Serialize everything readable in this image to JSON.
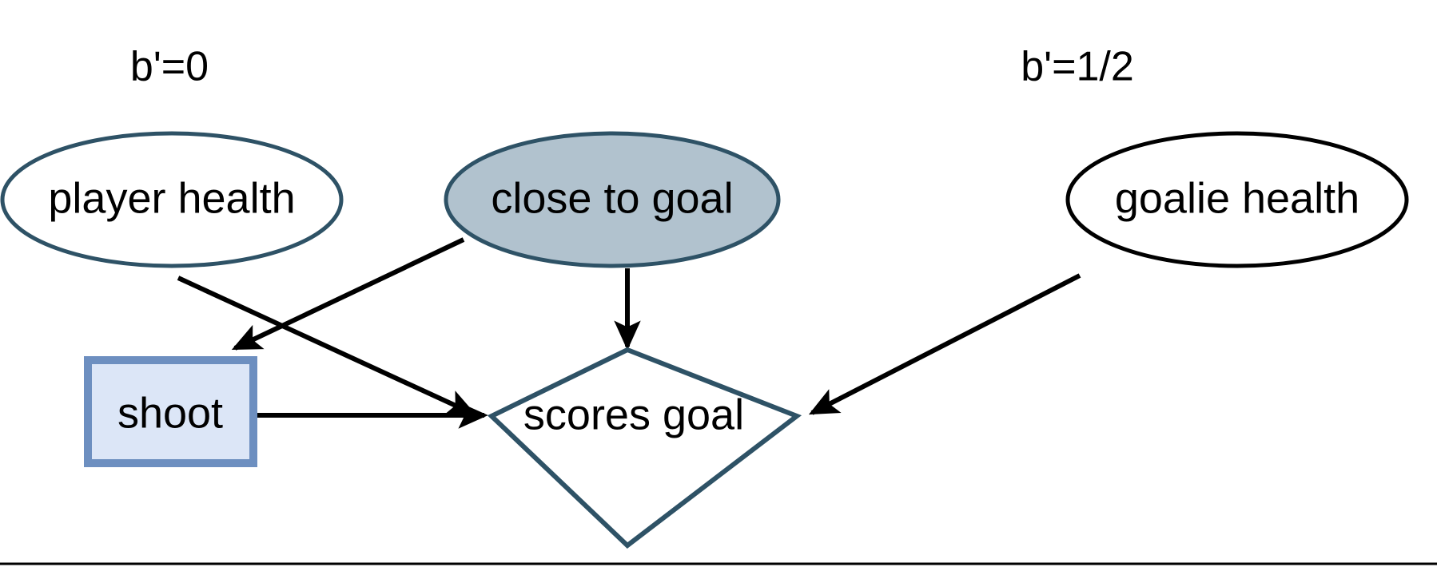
{
  "diagram": {
    "title": "influence-diagram",
    "background_color": "#ffffff",
    "colors": {
      "chance_accent_stroke": "#2E5266",
      "chance_shaded_fill": "#B1C2CE",
      "chance_plain_stroke": "#000000",
      "decision_fill": "#DCE6F7",
      "decision_stroke": "#6D8FC0",
      "utility_stroke": "#2E5266",
      "edge_stroke": "#000000",
      "text": "#000000"
    },
    "annotations": [
      {
        "id": "belief-left",
        "text": "b'=0"
      },
      {
        "id": "belief-right",
        "text": "b'=1/2"
      }
    ],
    "nodes": [
      {
        "id": "player-health",
        "label": "player health",
        "shape": "ellipse",
        "style": "chance-accent"
      },
      {
        "id": "close-to-goal",
        "label": "close to goal",
        "shape": "ellipse",
        "style": "chance-shaded"
      },
      {
        "id": "goalie-health",
        "label": "goalie health",
        "shape": "ellipse",
        "style": "chance-plain"
      },
      {
        "id": "shoot",
        "label": "shoot",
        "shape": "rectangle",
        "style": "decision"
      },
      {
        "id": "scores-goal",
        "label": "scores goal",
        "shape": "diamond",
        "style": "utility"
      }
    ],
    "edges": [
      {
        "from": "player-health",
        "to": "scores-goal"
      },
      {
        "from": "close-to-goal",
        "to": "shoot"
      },
      {
        "from": "close-to-goal",
        "to": "scores-goal"
      },
      {
        "from": "goalie-health",
        "to": "scores-goal"
      },
      {
        "from": "shoot",
        "to": "scores-goal"
      }
    ]
  }
}
